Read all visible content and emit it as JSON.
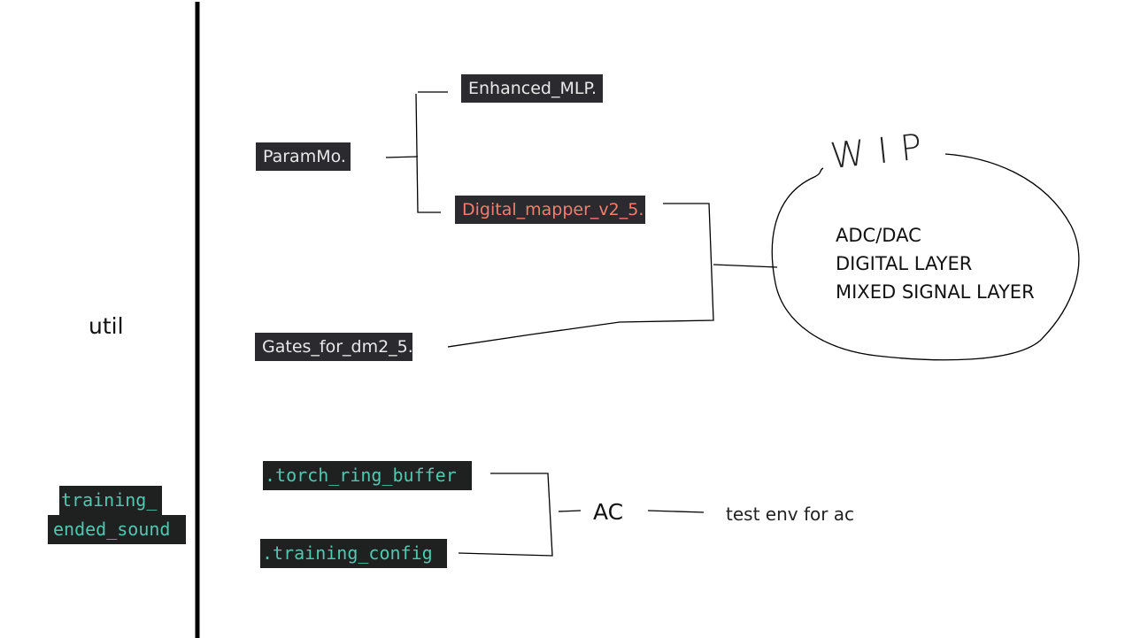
{
  "colors": {
    "background": "#ffffff",
    "chip_bg": "#2b2b2f",
    "chip_text": "#e8e8e8",
    "highlight_text": "#f47e6b",
    "code_text": "#4ec9b0",
    "ink": "#111111"
  },
  "left": {
    "util_label": "util",
    "training_line1": "training_",
    "training_line2": "ended_sound"
  },
  "nodes": {
    "enhanced_mlp": "Enhanced_MLP.",
    "param_mo": "ParamMo.",
    "digital_mapper": "Digital_mapper_v2_5.",
    "gates": "Gates_for_dm2_5.",
    "torch_ring_buffer": ".torch_ring_buffer",
    "training_config": ".training_config",
    "ac": "AC",
    "ac_note": "test env for ac"
  },
  "wip": {
    "title": "WIP",
    "items": [
      "ADC/DAC",
      "DIGITAL LAYER",
      "MIXED SIGNAL LAYER"
    ]
  }
}
